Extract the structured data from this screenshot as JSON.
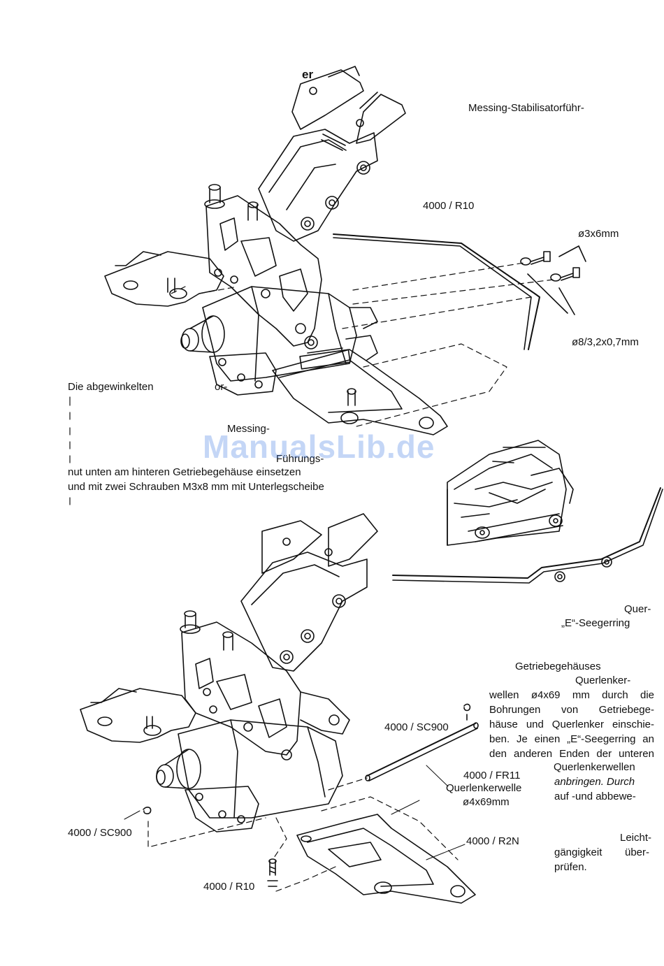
{
  "upper_diagram": {
    "caption_fragment_top": "er",
    "stabilizer_guide_label": "Messing-Stabilisatorführ-",
    "stabilizer_part": "4000 / R10",
    "screw_label": "ø3x6mm",
    "washer_label": "ø8/3,2x0,7mm",
    "brass_label": "Messing-",
    "guide_label": "Führungs-"
  },
  "left_text": {
    "line1": "Die abgewinkelten",
    "line1_tail": "or-",
    "line2": "nut unten am hinteren Getriebegehäuse einsetzen",
    "line3": "und mit zwei Schrauben M3x8 mm mit Unterlegscheibe"
  },
  "watermark": "ManualsLib.de",
  "right_text": {
    "quer": "Quer-",
    "seegerring": "„E“-Seegerring",
    "getriebe": "Getriebegehäuses",
    "querlenker": "Querlenker-",
    "para": [
      "wellen ø4x69 mm durch die",
      "Bohrungen von Getriebege-",
      "häuse und Querlenker einschie-",
      "ben. Je einen „E“-Seegerring an",
      "den anderen Enden der unteren",
      "Querlenkerwellen",
      "anbringen. Durch",
      "auf -und abbewe-"
    ],
    "leicht": "Leicht-",
    "leicht2": "gängigkeit überprüfen.",
    "leicht2a": "gängigkeit",
    "leicht2b": "über-",
    "leicht3": "prüfen."
  },
  "lower_diagram": {
    "part_sc900_right": "4000 / SC900",
    "part_fr11": "4000 / FR11",
    "shaft_name": "Querlenkerwelle",
    "shaft_size": "ø4x69mm",
    "part_sc900_left": "4000 / SC900",
    "part_r2n": "4000 / R2N",
    "part_r10": "4000 / R10"
  }
}
